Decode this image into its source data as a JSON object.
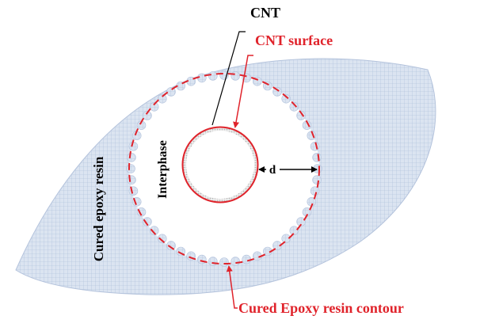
{
  "labels": {
    "cnt": "CNT",
    "cnt_surface": "CNT surface",
    "interphase": "Interphase",
    "distance": "d",
    "cured_resin": "Cured epoxy resin",
    "resin_contour": "Cured Epoxy resin contour"
  },
  "colors": {
    "resin_fill": "#dbe4f1",
    "resin_grid": "#a9bcd8",
    "resin_edge": "#b4c3dc",
    "red_accent": "#e0232b",
    "cnt_fill": "#e6e6e6",
    "text_black": "#000000"
  }
}
